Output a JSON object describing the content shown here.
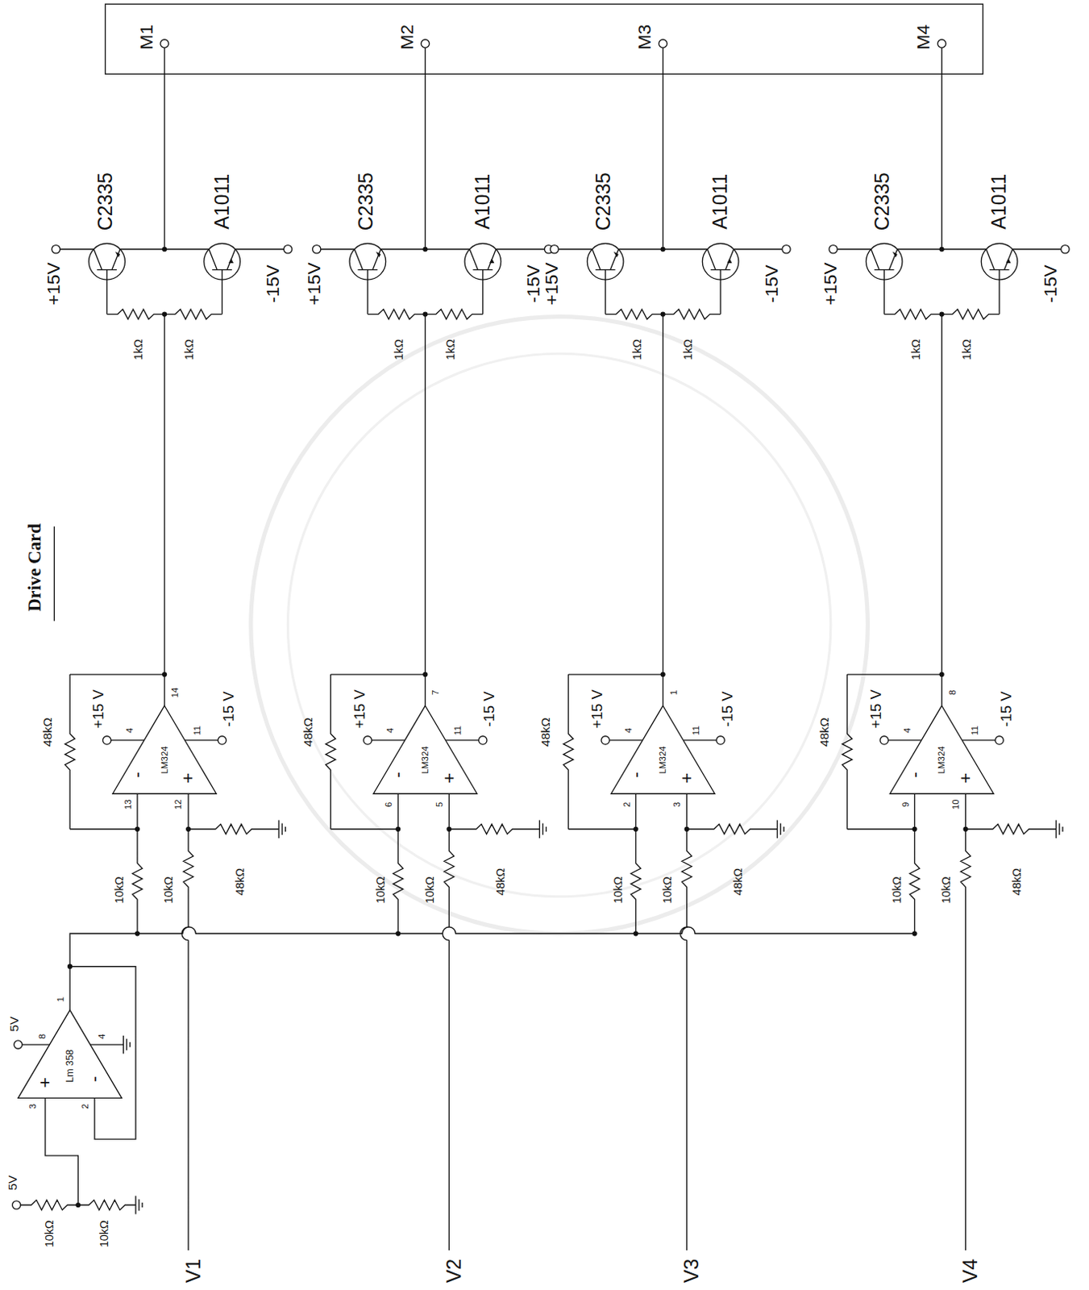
{
  "diagram": {
    "title": "Drive Card",
    "nodes": [
      {
        "text": [
          "+",
          "-",
          "Lm 358"
        ]
      },
      {
        "text": [
          "-",
          "+",
          "LM324"
        ]
      },
      {
        "text": [
          "-",
          "+",
          "LM324"
        ]
      },
      {
        "text": [
          "-",
          "+",
          "LM324"
        ]
      },
      {
        "text": [
          "-",
          "+",
          "LM324"
        ]
      }
    ],
    "labels": [
      "M1",
      "M2",
      "M3",
      "M4",
      "C2335",
      "A1011",
      "+15V",
      "-15V",
      "1kΩ",
      "1kΩ",
      "48kΩ",
      "+15 V",
      "4",
      "11",
      "-15 V",
      "13",
      "12",
      "14",
      "10kΩ",
      "10kΩ",
      "48kΩ",
      "V1",
      "C2335",
      "A1011",
      "+15V",
      "-15V",
      "1kΩ",
      "1kΩ",
      "48kΩ",
      "+15 V",
      "4",
      "11",
      "-15 V",
      "6",
      "5",
      "7",
      "10kΩ",
      "10kΩ",
      "48kΩ",
      "V2",
      "C2335",
      "A1011",
      "+15V",
      "-15V",
      "1kΩ",
      "1kΩ",
      "48kΩ",
      "+15 V",
      "4",
      "11",
      "-15 V",
      "2",
      "3",
      "1",
      "10kΩ",
      "10kΩ",
      "48kΩ",
      "V3",
      "C2335",
      "A1011",
      "+15V",
      "-15V",
      "1kΩ",
      "1kΩ",
      "48kΩ",
      "+15 V",
      "4",
      "11",
      "-15 V",
      "9",
      "10",
      "8",
      "10kΩ",
      "10kΩ",
      "48kΩ",
      "V4",
      "5V",
      "8",
      "4",
      "3",
      "2",
      "1",
      "5V",
      "10kΩ",
      "10kΩ"
    ]
  }
}
